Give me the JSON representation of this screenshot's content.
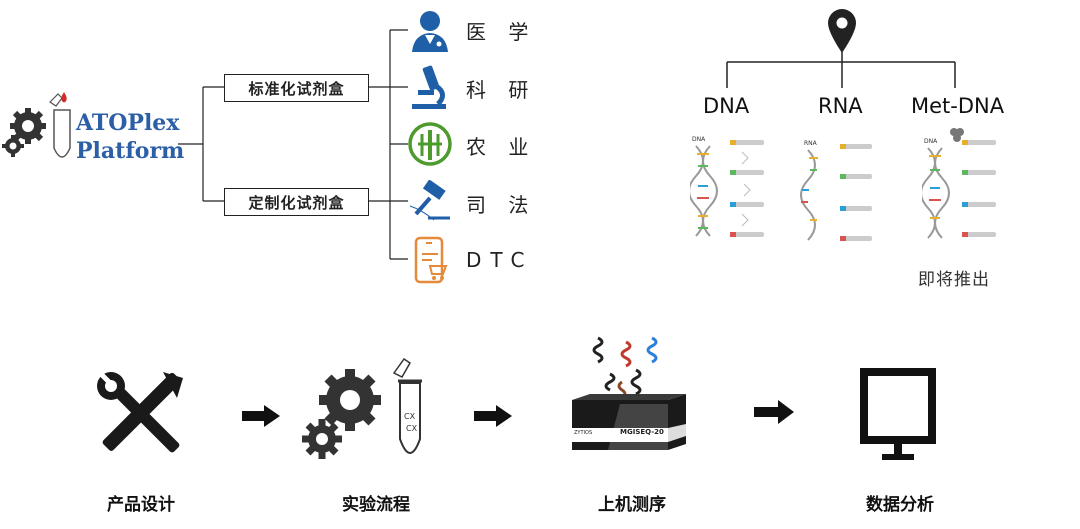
{
  "platform": {
    "line1": "ATOPlex",
    "line2": "Platform",
    "kits": [
      "标准化试剂盒",
      "定制化试剂盒"
    ],
    "fields": [
      {
        "label": "医 学",
        "icon": "doctor-icon"
      },
      {
        "label": "科 研",
        "icon": "microscope-icon"
      },
      {
        "label": "农 业",
        "icon": "agriculture-icon"
      },
      {
        "label": "司 法",
        "icon": "gavel-icon"
      },
      {
        "label": "DTC",
        "icon": "mobile-shopping-icon"
      }
    ]
  },
  "omics": {
    "types": [
      "DNA",
      "RNA",
      "Met-DNA"
    ],
    "note": "即将推出",
    "helix_labels": [
      "DNA",
      "RNA",
      "DNA"
    ]
  },
  "workflow": {
    "steps": [
      {
        "label": "产品设计",
        "icon": "wrench-screwdriver-icon"
      },
      {
        "label": "实验流程",
        "icon": "gears-tube-icon"
      },
      {
        "label": "上机测序",
        "icon": "sequencer-icon"
      },
      {
        "label": "数据分析",
        "icon": "monitor-icon"
      }
    ],
    "sequencer_text": "MGISEQ-20",
    "sequencer_small": "ZYTIOS"
  },
  "colors": {
    "brand_blue": "#2c5fa6",
    "field_blue": "#1f5fa8",
    "agri_green": "#4d9a2f",
    "dtc_orange": "#e58a3a"
  }
}
